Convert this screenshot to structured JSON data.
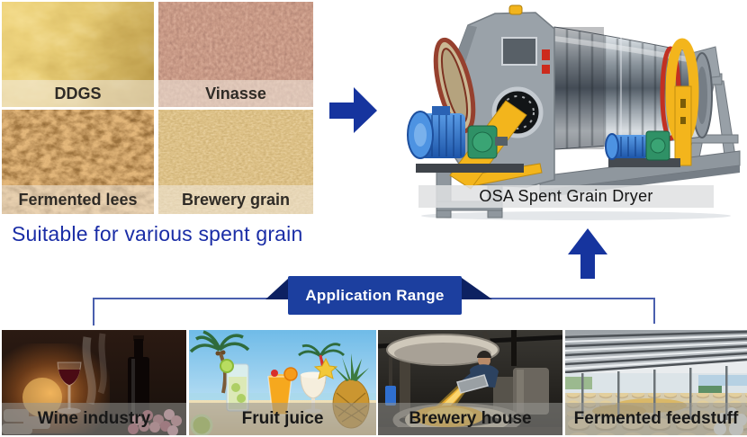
{
  "headline": {
    "text": "Suitable for various spent grain"
  },
  "machine": {
    "label": "OSA Spent Grain Dryer"
  },
  "banner": {
    "label": "Application Range"
  },
  "spent_grains": [
    {
      "label": "DDGS"
    },
    {
      "label": "Vinasse"
    },
    {
      "label": "Fermented lees"
    },
    {
      "label": "Brewery grain"
    }
  ],
  "applications": [
    {
      "label": "Wine industry"
    },
    {
      "label": "Fruit juice"
    },
    {
      "label": "Brewery house"
    },
    {
      "label": "Fermented feedstuff"
    }
  ],
  "icons": {
    "right_arrow": "right-arrow-icon",
    "up_arrow": "up-arrow-icon"
  },
  "colors": {
    "headline": "#1a2da6",
    "arrow": "#16349e",
    "banner": "#1c3f9f",
    "banner-fold": "#0d2161",
    "connector": "#4a5fae",
    "caption-text": "#2f2b26",
    "machine-caption-bg": "rgba(223,224,226,0.85)"
  }
}
